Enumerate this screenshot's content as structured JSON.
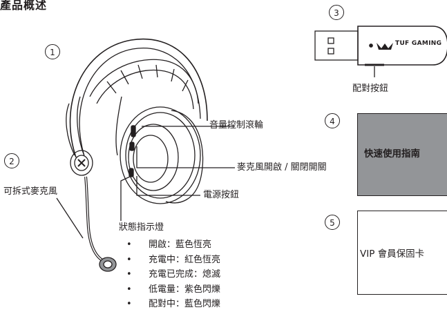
{
  "title": "產品概述",
  "numbers": [
    "1",
    "2",
    "3",
    "4",
    "5"
  ],
  "headset_labels": {
    "scroll_wheel": "音量控制滾輪",
    "mic_toggle": "麥克風開啟 / 關閉開關",
    "power_button": "電源按鈕",
    "detachable_mic": "可拆式麥克風"
  },
  "status": {
    "heading": "狀態指示燈",
    "bullet": "•",
    "items": [
      "開啟：藍色恆亮",
      "充電中：紅色恆亮",
      "充電已完成：熄滅",
      "低電量：紫色閃爍",
      "配對中：藍色閃爍"
    ]
  },
  "dongle": {
    "brand": "TUF GAMING",
    "pair_button": "配對按鈕"
  },
  "quick_guide": {
    "label": "快速使用指南",
    "color": "#939598"
  },
  "vip_card": {
    "label": "VIP 會員保固卡"
  }
}
